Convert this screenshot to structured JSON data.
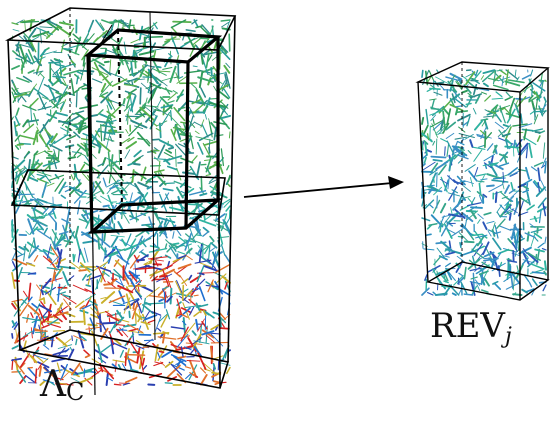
{
  "labels": {
    "left_symbol": "Λ",
    "left_subscript": "C",
    "right_main": "REV",
    "right_subscript": "j"
  },
  "colors": {
    "frame": "#000000",
    "fiber_top": [
      "#2e9a58",
      "#3aa86a",
      "#2c8a8a",
      "#57b04a",
      "#2a9f9a"
    ],
    "fiber_mid": [
      "#2a9aa8",
      "#3a8fc4",
      "#35a58a",
      "#2fb3a0"
    ],
    "fiber_bottom": [
      "#d62020",
      "#e0702a",
      "#2a3fb0",
      "#1f6fd0",
      "#c9b02a",
      "#2aa0a0"
    ]
  },
  "icons": {
    "arrow": "right-arrow-icon"
  }
}
